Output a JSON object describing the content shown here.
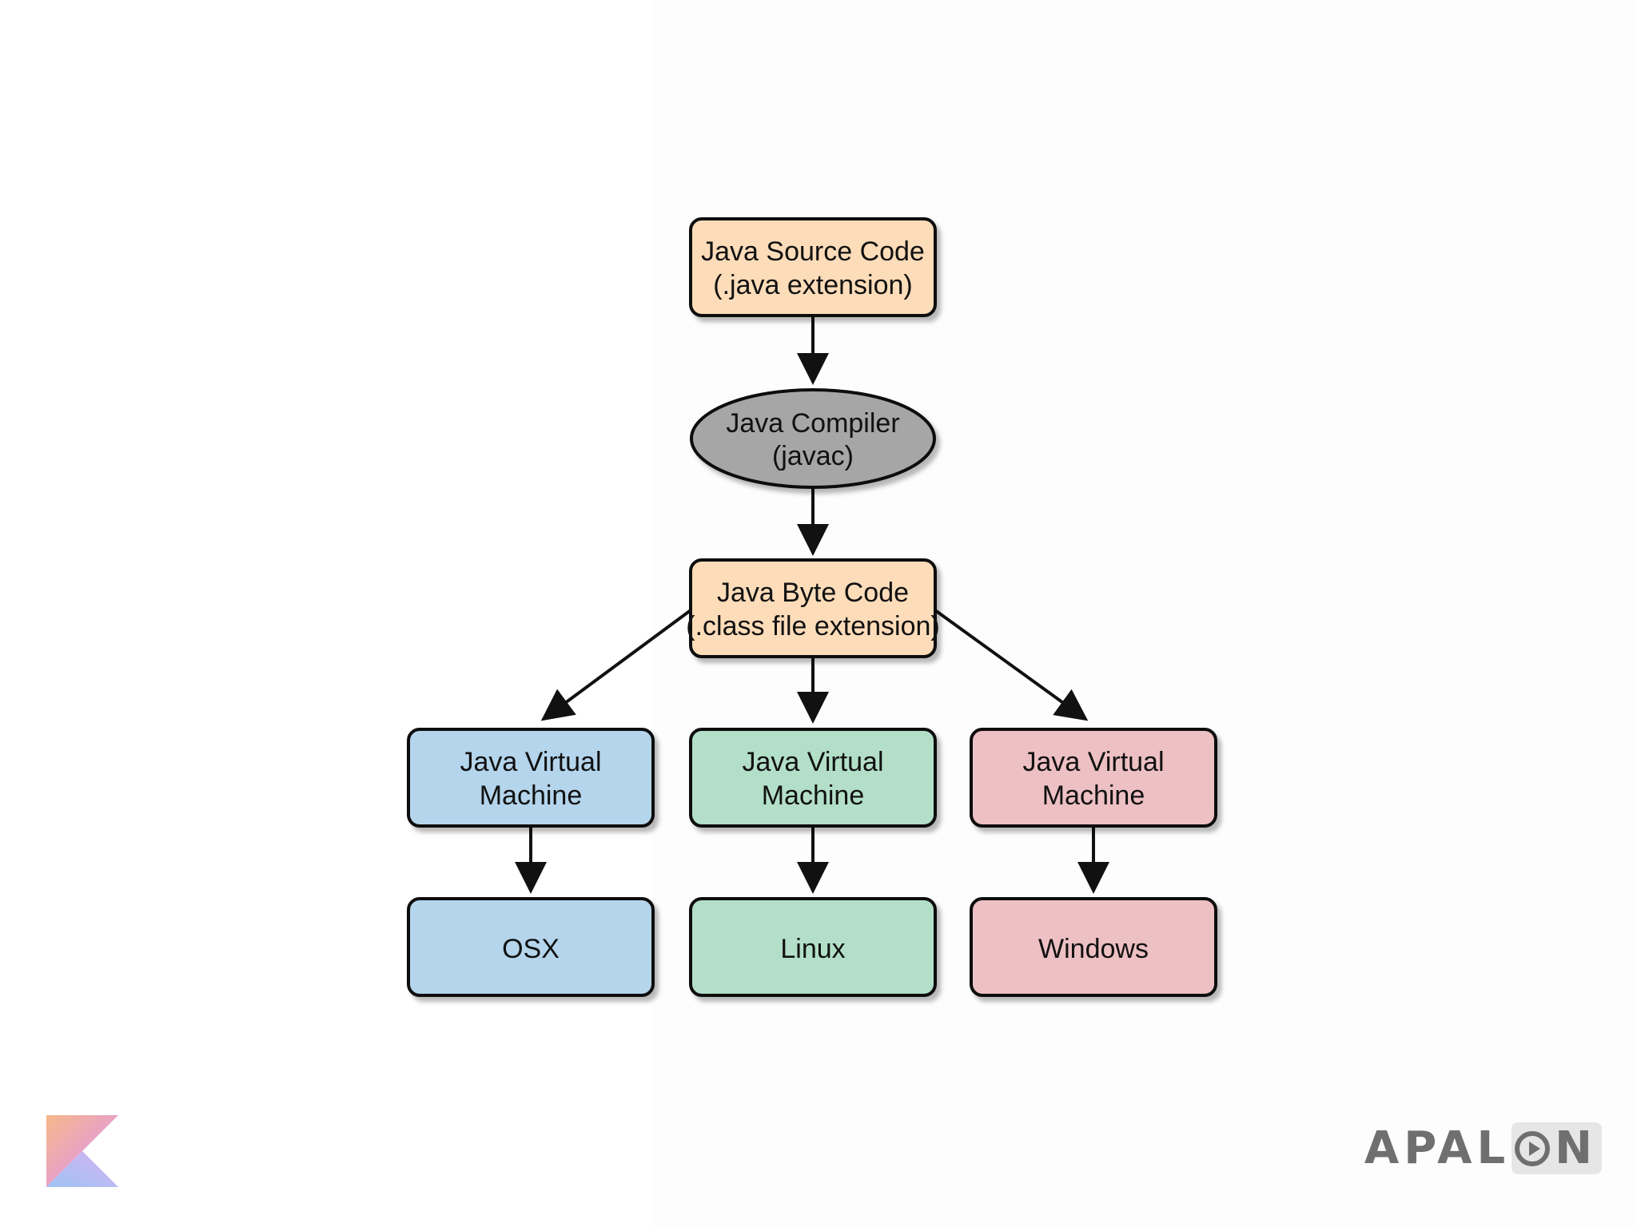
{
  "diagram": {
    "nodes": {
      "source": {
        "line1": "Java Source Code",
        "line2": "(.java extension)"
      },
      "compiler": {
        "line1": "Java Compiler",
        "line2": "(javac)"
      },
      "bytecode": {
        "line1": "Java Byte Code",
        "line2": "(.class file extension)"
      },
      "jvm_osx": {
        "line1": "Java Virtual",
        "line2": "Machine"
      },
      "jvm_linux": {
        "line1": "Java Virtual",
        "line2": "Machine"
      },
      "jvm_windows": {
        "line1": "Java Virtual",
        "line2": "Machine"
      },
      "osx": {
        "label": "OSX"
      },
      "linux": {
        "label": "Linux"
      },
      "windows": {
        "label": "Windows"
      }
    }
  },
  "brand": {
    "name_start": "APAL",
    "name_end": "N"
  },
  "colors": {
    "source": "#fddcb9",
    "compiler": "#a6a6a6",
    "osx": "#b4d5ec",
    "linux": "#b3dfc8",
    "windows": "#edc0c3"
  },
  "icons": {
    "logo_left": "kotlin-logo-icon",
    "brand_o": "play-circle-icon"
  }
}
